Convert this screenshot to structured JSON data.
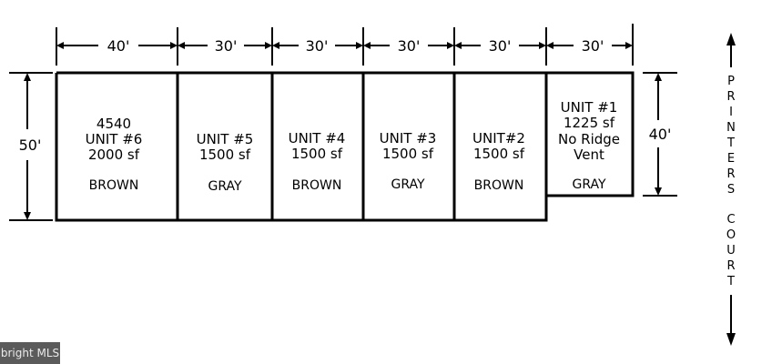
{
  "dimensions": {
    "widths": [
      "40'",
      "30'",
      "30'",
      "30'",
      "30'",
      "30'"
    ],
    "depth_left": "50'",
    "depth_right": "40'"
  },
  "units": [
    {
      "lines": [
        "4540",
        "UNIT #6",
        "2000 sf"
      ],
      "color": "BROWN"
    },
    {
      "lines": [
        "UNIT #5",
        "1500 sf"
      ],
      "color": "GRAY"
    },
    {
      "lines": [
        "UNIT #4",
        "1500 sf"
      ],
      "color": "BROWN"
    },
    {
      "lines": [
        "UNIT #3",
        "1500 sf"
      ],
      "color": "GRAY"
    },
    {
      "lines": [
        "UNIT#2",
        "1500 sf"
      ],
      "color": "BROWN"
    },
    {
      "lines": [
        "UNIT #1",
        "1225 sf",
        "No Ridge",
        "Vent"
      ],
      "color": "GRAY"
    }
  ],
  "street": {
    "word1": [
      "P",
      "R",
      "I",
      "N",
      "T",
      "E",
      "R",
      "S"
    ],
    "word2": [
      "C",
      "O",
      "U",
      "R",
      "T"
    ]
  },
  "watermark": "bright MLS"
}
